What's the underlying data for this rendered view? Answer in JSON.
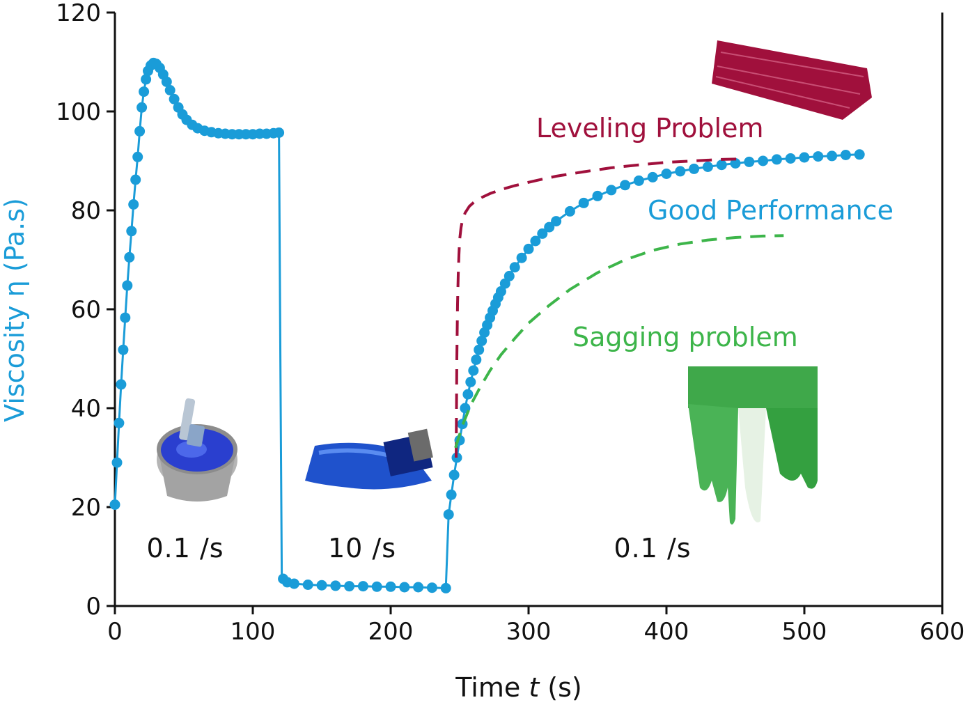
{
  "chart_data": {
    "type": "line",
    "xlabel_pre": "Time ",
    "xlabel_var": "t",
    "xlabel_unit": " (s)",
    "ylabel": "Viscosity η (Pa.s)",
    "xlim": [
      0,
      600
    ],
    "ylim": [
      0,
      120
    ],
    "xticks": [
      "0",
      "100",
      "200",
      "300",
      "400",
      "500",
      "600"
    ],
    "yticks": [
      "0",
      "20",
      "40",
      "60",
      "80",
      "100",
      "120"
    ],
    "grid": false,
    "colors": {
      "main": "#1a9cd8",
      "leveling": "#a0103c",
      "sagging": "#3db54a",
      "axis": "#111111"
    },
    "annotations": {
      "leveling": "Leveling Problem",
      "good": "Good Performance",
      "sagging": "Sagging problem"
    },
    "shear_rates": [
      "0.1 /s",
      "10 /s",
      "0.1 /s"
    ],
    "series": [
      {
        "key": "measured",
        "style": "line-markers",
        "color": "#1a9cd8",
        "x": [
          0,
          1.5,
          3,
          4.5,
          6,
          7.5,
          9,
          10.5,
          12,
          13.5,
          15,
          16.5,
          18,
          19.5,
          21,
          22.5,
          24,
          26,
          28,
          30,
          32.5,
          35,
          37.5,
          40,
          43,
          46,
          49,
          52,
          56,
          60,
          65,
          70,
          75,
          80,
          85,
          90,
          95,
          100,
          105,
          110,
          115,
          119,
          120,
          121,
          122,
          125,
          130,
          140,
          150,
          160,
          170,
          180,
          190,
          200,
          210,
          220,
          230,
          240,
          242,
          244,
          246,
          248,
          250,
          252,
          254,
          256,
          258,
          260,
          262,
          264,
          266,
          268,
          270,
          272,
          274,
          276,
          278,
          280,
          283,
          286,
          290,
          295,
          300,
          305,
          310,
          315,
          320,
          330,
          340,
          350,
          360,
          370,
          380,
          390,
          400,
          410,
          420,
          430,
          440,
          450,
          460,
          470,
          480,
          490,
          500,
          510,
          520,
          530,
          540
        ],
        "y": [
          20.5,
          29,
          37,
          44.8,
          51.8,
          58.3,
          64.8,
          70.5,
          75.8,
          81.2,
          86.2,
          90.8,
          96,
          100.8,
          104,
          106.5,
          108.2,
          109.3,
          109.8,
          109.6,
          108.8,
          107.5,
          106,
          104.3,
          102.5,
          100.8,
          99.4,
          98.3,
          97.3,
          96.6,
          96.1,
          95.8,
          95.6,
          95.5,
          95.4,
          95.4,
          95.4,
          95.4,
          95.5,
          95.5,
          95.6,
          95.7,
          50,
          6.5,
          5.5,
          4.8,
          4.5,
          4.3,
          4.2,
          4.1,
          4.0,
          4.0,
          3.9,
          3.9,
          3.8,
          3.8,
          3.7,
          3.6,
          18.5,
          22.5,
          26.5,
          30,
          33.5,
          36.8,
          40,
          42.8,
          45.3,
          47.6,
          49.8,
          51.8,
          53.6,
          55.3,
          56.8,
          58.3,
          59.7,
          61.1,
          62.4,
          63.6,
          65.2,
          66.7,
          68.5,
          70.4,
          72.2,
          73.8,
          75.3,
          76.6,
          77.8,
          79.8,
          81.5,
          82.9,
          84.1,
          85.1,
          86,
          86.7,
          87.4,
          87.9,
          88.4,
          88.8,
          89.2,
          89.5,
          89.8,
          90,
          90.3,
          90.5,
          90.7,
          90.9,
          91,
          91.2,
          91.3
        ]
      },
      {
        "key": "leveling",
        "style": "dashed",
        "color": "#a0103c",
        "x": [
          247.5,
          248,
          248.5,
          249,
          249.5,
          250,
          251,
          252,
          254,
          257,
          261,
          266,
          272,
          280,
          290,
          305,
          320,
          340,
          360,
          380,
          400,
          420,
          440,
          455
        ],
        "y": [
          30,
          50,
          61,
          67,
          71,
          74,
          76.5,
          78,
          79.5,
          80.8,
          81.8,
          82.6,
          83.4,
          84.2,
          85,
          86,
          86.9,
          87.8,
          88.6,
          89.2,
          89.7,
          90,
          90.3,
          90.4
        ]
      },
      {
        "key": "sagging",
        "style": "dashed",
        "color": "#3db54a",
        "x": [
          247,
          252,
          258,
          265,
          272,
          280,
          290,
          300,
          315,
          330,
          350,
          370,
          390,
          410,
          430,
          450,
          470,
          485
        ],
        "y": [
          32,
          36.5,
          40.6,
          44.3,
          47.6,
          50.8,
          54.1,
          57.2,
          60.8,
          64,
          67.4,
          70,
          71.9,
          73.2,
          74,
          74.5,
          74.8,
          74.9
        ]
      }
    ]
  }
}
